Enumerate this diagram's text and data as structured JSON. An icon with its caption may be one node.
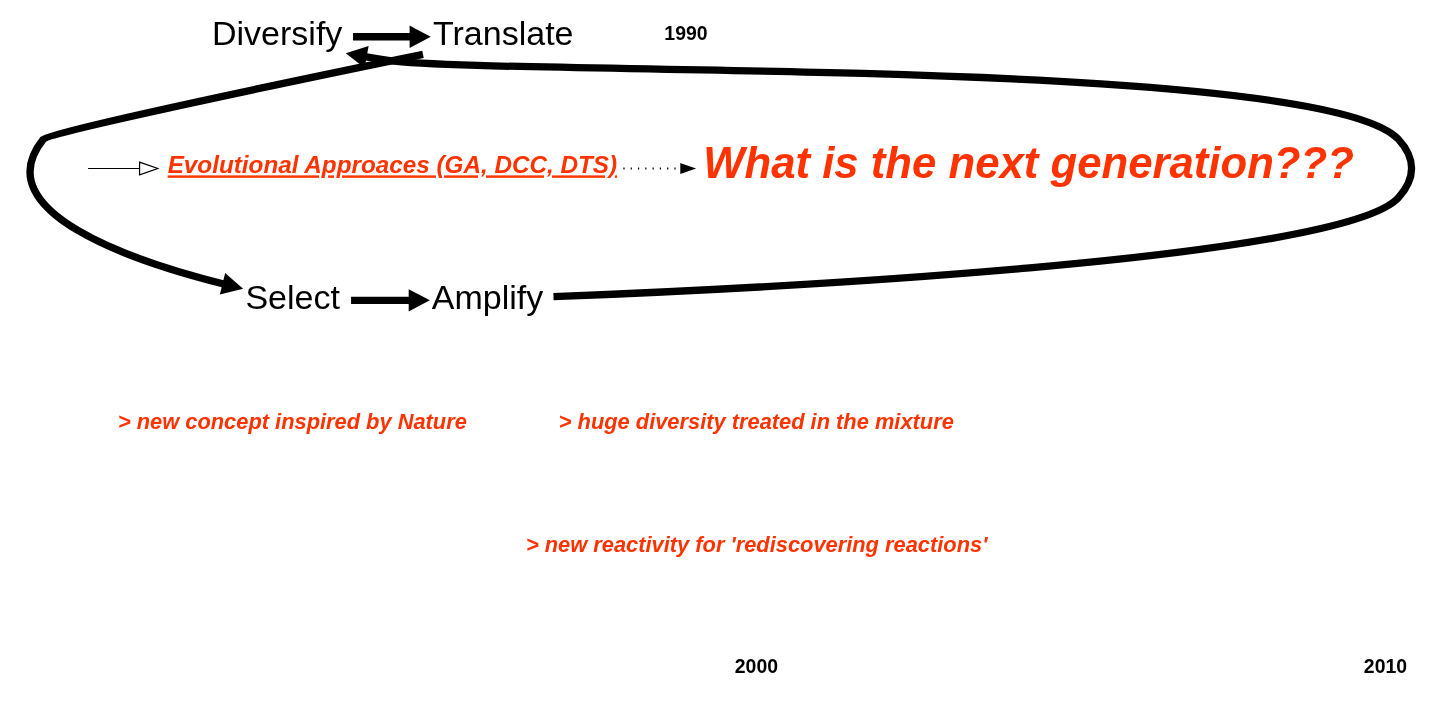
{
  "diagram": {
    "nodes": [
      {
        "text": [
          "Translate"
        ]
      },
      {
        "text": [
          "Diversify"
        ]
      },
      {
        "text": [
          "Evolutional Approaces (GA, DCC, DTS)"
        ]
      },
      {
        "text": [
          "What is the next generation???"
        ]
      },
      {
        "text": [
          "Select"
        ]
      },
      {
        "text": [
          "Amplify"
        ]
      }
    ],
    "edges": [
      {
        "from": 1,
        "to": 0,
        "arrow": "to"
      },
      {
        "from": 0,
        "to": 4,
        "arrow": "to"
      },
      {
        "from": 4,
        "to": 5,
        "arrow": "to"
      },
      {
        "from": 5,
        "to": 1,
        "arrow": "to"
      },
      {
        "from": null,
        "to": 2,
        "arrow": "to"
      },
      {
        "from": 2,
        "to": 3,
        "arrow": "to",
        "style": "dashed"
      }
    ],
    "labels": [
      "1990",
      "> new concept inspired by Nature",
      "> huge diversity treated in the mixture",
      "> new reactivity for 'rediscovering reactions'",
      "2000",
      "2010"
    ]
  }
}
